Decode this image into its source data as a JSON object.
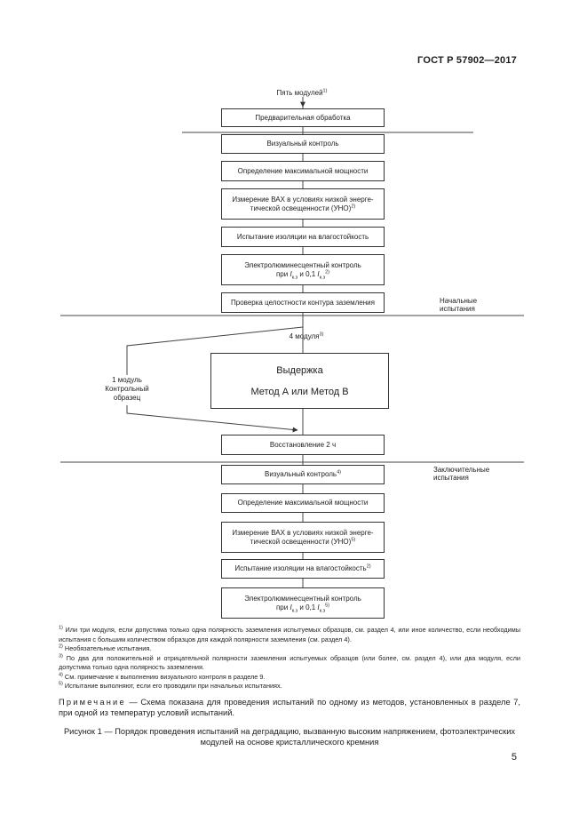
{
  "header": {
    "standard_code": "ГОСТ Р 57902—2017"
  },
  "flowchart": {
    "input_label": "Пять модулей",
    "input_label_ref": "1)",
    "initial_tests": [
      {
        "lines": [
          "Предварительная обработка"
        ]
      },
      {
        "lines": [
          "Визуальный контроль"
        ]
      },
      {
        "lines": [
          "Определение максимальной мощности"
        ]
      },
      {
        "lines": [
          "Измерение ВАХ в условиях низкой энерге-",
          "тической освещенности (УНО)"
        ],
        "ref": "2)"
      },
      {
        "lines": [
          "Испытание  изоляции на влагостойкость"
        ]
      },
      {
        "lines": [
          "Электролюминесцентный контроль"
        ],
        "formula": {
          "pre": "при ",
          "s1": "I",
          "sub1": "к.з",
          "mid": " и 0,1 ",
          "s2": "I",
          "sub2": "к.з",
          "ref": "2)"
        }
      },
      {
        "lines": [
          "Проверка целостности контура заземления"
        ]
      }
    ],
    "initial_stage_label": [
      "Начальные",
      "испытания"
    ],
    "branch_main_label": "4  модуля",
    "branch_main_ref": "3)",
    "branch_control_label": [
      "1 модуль",
      "Контрольный",
      "образец"
    ],
    "exposure": {
      "title": "Выдержка",
      "subtitle": "Метод А или Метод В"
    },
    "recovery": "Восстановление 2 ч",
    "final_stage_label": [
      "Заключительные",
      "испытания"
    ],
    "final_tests": [
      {
        "lines": [
          "Визуальный контроль"
        ],
        "ref": "4)"
      },
      {
        "lines": [
          "Определение максимальной мощности"
        ]
      },
      {
        "lines": [
          "Измерение ВАХ в условиях низкой энерге-",
          "тической освещенности (УНО)"
        ],
        "ref": "5)"
      },
      {
        "lines": [
          "Испытание изоляции на влагостойкость"
        ],
        "ref": "2)"
      },
      {
        "lines": [
          "Электролюминесцентный контроль"
        ],
        "formula": {
          "pre": "при ",
          "s1": "I",
          "sub1": "к.з",
          "mid": " и 0,1 ",
          "s2": "I",
          "sub2": "к.з",
          "ref": "5)"
        }
      }
    ]
  },
  "footnotes": [
    {
      "ref": "1)",
      "text": "Или три модуля, если допустима только одна полярность заземления испытуемых образцов, см. раздел 4, или иное количество, если необходимы испытания с большим количеством образцов для каждой полярности заземления (см. раздел 4)."
    },
    {
      "ref": "2)",
      "text": "Необязательные испытания."
    },
    {
      "ref": "3)",
      "text": "По два для положительной и отрицательной полярности заземления испытуемых образцов (или более, см. раздел 4), или два модуля, если допустима только одна полярность заземления."
    },
    {
      "ref": "4)",
      "text": "См. примечание к выполнению визуального контроля в разделе 9."
    },
    {
      "ref": "5)",
      "text": "Испытание выполняют, если его проводили при начальных испытаниях."
    }
  ],
  "note": {
    "label": "Примечание",
    "text": " — Схема показана для проведения испытаний по одному из методов, установленных в разделе 7, при одной из температур условий испытаний."
  },
  "caption": "Рисунок 1 — Порядок проведения испытаний на деградацию, вызванную высоким напряжением, фотоэлектрических модулей на основе кристаллического кремния",
  "page_number": "5"
}
